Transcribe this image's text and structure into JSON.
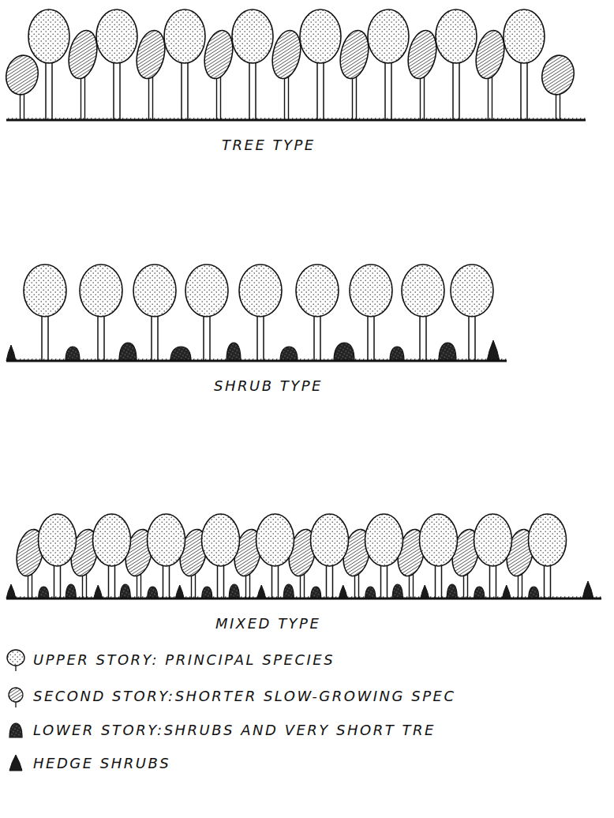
{
  "diagram": {
    "labels": [
      "TREE TYPE",
      "SHRUB TYPE",
      "MIXED TYPE"
    ],
    "legend": [
      {
        "text": "UPPER STORY: PRINCIPAL SPECIES"
      },
      {
        "text": "SECOND STORY:SHORTER SLOW-GROWING SPEC"
      },
      {
        "text": "LOWER STORY:SHRUBS AND VERY SHORT TRE"
      },
      {
        "text": "HEDGE SHRUBS"
      }
    ]
  }
}
